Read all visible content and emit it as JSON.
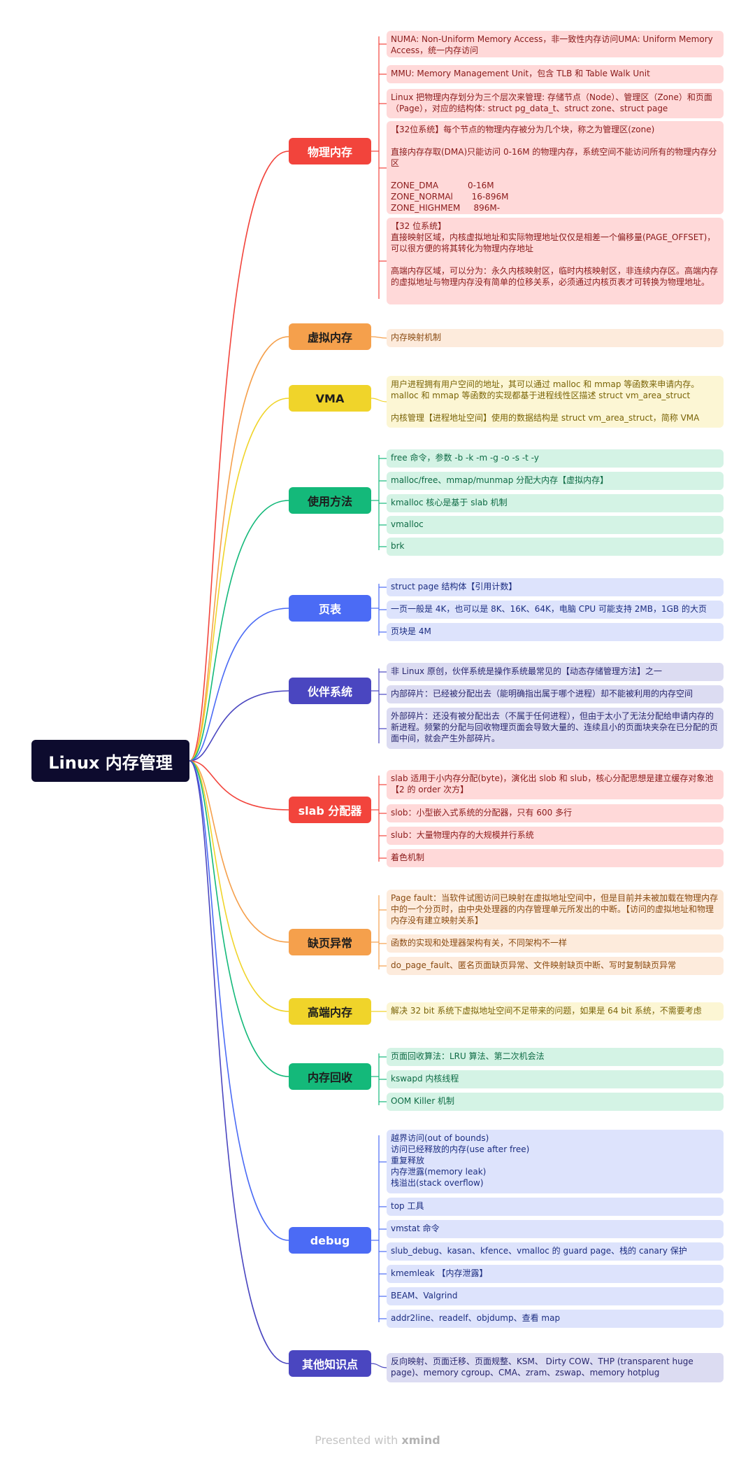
{
  "root": {
    "label": "Linux 内存管理"
  },
  "branches": [
    {
      "label": "物理内存",
      "color": "#f2443c",
      "textColor": "#ffffff",
      "leafBg": "#ffd9d9",
      "leafText": "#8a1a1a",
      "leaves": [
        "NUMA: Non-Uniform Memory Access，非一致性内存访问UMA: Uniform Memory Access，统一内存访问",
        "MMU: Memory Management Unit，包含 TLB 和 Table Walk Unit",
        "Linux 把物理内存划分为三个层次来管理: 存储节点（Node）、管理区（Zone）和页面（Page），对应的结构体: struct pg_data_t、struct zone、struct page",
        "【32位系统】每个节点的物理内存被分为几个块，称之为管理区(zone)\n\n直接内存存取(DMA)只能访问 0-16M 的物理内存，系统空间不能访问所有的物理内存分区\n\nZONE_DMA           0-16M\nZONE_NORMAl       16-896M\nZONE_HIGHMEM     896M-",
        "【32 位系统】\n直接映射区域，内核虚拟地址和实际物理地址仅仅是相差一个偏移量(PAGE_OFFSET)，可以很方便的将其转化为物理内存地址\n\n高端内存区域，可以分为：永久内核映射区，临时内核映射区，非连续内存区。高端内存的虚拟地址与物理内存没有简单的位移关系，必须通过内核页表才可转换为物理地址。"
      ]
    },
    {
      "label": "虚拟内存",
      "color": "#f5a04c",
      "textColor": "#1d1d1d",
      "leafBg": "#fdebdc",
      "leafText": "#8a4b12",
      "leaves": [
        "内存映射机制"
      ]
    },
    {
      "label": "VMA",
      "color": "#f0d42a",
      "textColor": "#1d1d1d",
      "leafBg": "#fcf6d4",
      "leafText": "#7a6408",
      "leaves": [
        "用户进程拥有用户空间的地址，其可以通过 malloc 和 mmap 等函数来申请内存。malloc 和 mmap 等函数的实现都基于进程线性区描述 struct vm_area_struct\n\n内核管理【进程地址空间】使用的数据结构是 struct vm_area_struct，简称 VMA"
      ]
    },
    {
      "label": "使用方法",
      "color": "#14b97a",
      "textColor": "#1d1d1d",
      "leafBg": "#d4f3e5",
      "leafText": "#0e6b45",
      "leaves": [
        "free 命令，参数 -b -k -m -g -o -s -t -y",
        "malloc/free、mmap/munmap 分配大内存【虚拟内存】",
        "kmalloc 核心是基于 slab 机制",
        "vmalloc",
        "brk"
      ]
    },
    {
      "label": "页表",
      "color": "#4b6bf5",
      "textColor": "#ffffff",
      "leafBg": "#dde3fc",
      "leafText": "#1c2d80",
      "leaves": [
        "struct page 结构体【引用计数】",
        "一页一般是 4K，也可以是 8K、16K、64K，电脑 CPU 可能支持 2MB，1GB 的大页",
        "页块是 4M"
      ]
    },
    {
      "label": "伙伴系统",
      "color": "#4a46c0",
      "textColor": "#ffffff",
      "leafBg": "#dcdcf2",
      "leafText": "#28266e",
      "leaves": [
        "非 Linux 原创，伙伴系统是操作系统最常见的【动态存储管理方法】之一",
        "内部碎片：已经被分配出去（能明确指出属于哪个进程）却不能被利用的内存空间",
        "外部碎片：还没有被分配出去（不属于任何进程），但由于太小了无法分配给申请内存的新进程。频繁的分配与回收物理页面会导致大量的、连续且小的页面块夹杂在已分配的页面中间，就会产生外部碎片。"
      ]
    },
    {
      "label": "slab 分配器",
      "color": "#f2443c",
      "textColor": "#ffffff",
      "leafBg": "#ffd9d9",
      "leafText": "#8a1a1a",
      "leaves": [
        "slab 适用于小内存分配(byte)，演化出 slob 和 slub，核心分配思想是建立缓存对象池【2 的 order 次方】",
        "slob：小型嵌入式系统的分配器，只有 600 多行",
        "slub：大量物理内存的大规模并行系统",
        "着色机制"
      ]
    },
    {
      "label": "缺页异常",
      "color": "#f5a04c",
      "textColor": "#1d1d1d",
      "leafBg": "#fdebdc",
      "leafText": "#8a4b12",
      "leaves": [
        "Page fault：当软件试图访问已映射在虚拟地址空间中，但是目前并未被加载在物理内存中的一个分页时，由中央处理器的内存管理单元所发出的中断。【访问的虚拟地址和物理内存没有建立映射关系】",
        "函数的实现和处理器架构有关，不同架构不一样",
        "do_page_fault、匿名页面缺页异常、文件映射缺页中断、写时复制缺页异常"
      ]
    },
    {
      "label": "高端内存",
      "color": "#f0d42a",
      "textColor": "#1d1d1d",
      "leafBg": "#fcf6d4",
      "leafText": "#7a6408",
      "leaves": [
        "解决 32 bit 系统下虚拟地址空间不足带来的问题，如果是 64 bit 系统，不需要考虑"
      ]
    },
    {
      "label": "内存回收",
      "color": "#14b97a",
      "textColor": "#1d1d1d",
      "leafBg": "#d4f3e5",
      "leafText": "#0e6b45",
      "leaves": [
        "页面回收算法：LRU 算法、第二次机会法",
        "kswapd 内核线程",
        "OOM Killer 机制"
      ]
    },
    {
      "label": "debug",
      "color": "#4b6bf5",
      "textColor": "#ffffff",
      "leafBg": "#dde3fc",
      "leafText": "#1c2d80",
      "leaves": [
        "越界访问(out of bounds)\n访问已经释放的内存(use after free)\n重复释放\n内存泄露(memory leak)\n栈溢出(stack overflow)",
        "top 工具",
        "vmstat 命令",
        "slub_debug、kasan、kfence、vmalloc 的 guard page、栈的 canary 保护",
        "kmemleak 【内存泄露】",
        "BEAM、Valgrind",
        "addr2line、readelf、objdump、查看 map"
      ]
    },
    {
      "label": "其他知识点",
      "color": "#4a46c0",
      "textColor": "#ffffff",
      "leafBg": "#dcdcf2",
      "leafText": "#28266e",
      "leaves": [
        "反向映射、页面迁移、页面规整、KSM、 Dirty COW、THP (transparent huge page)、memory cgroup、CMA、zram、zswap、memory hotplug"
      ]
    }
  ],
  "footer": {
    "prefix": "Presented with ",
    "brand": "xmind"
  }
}
